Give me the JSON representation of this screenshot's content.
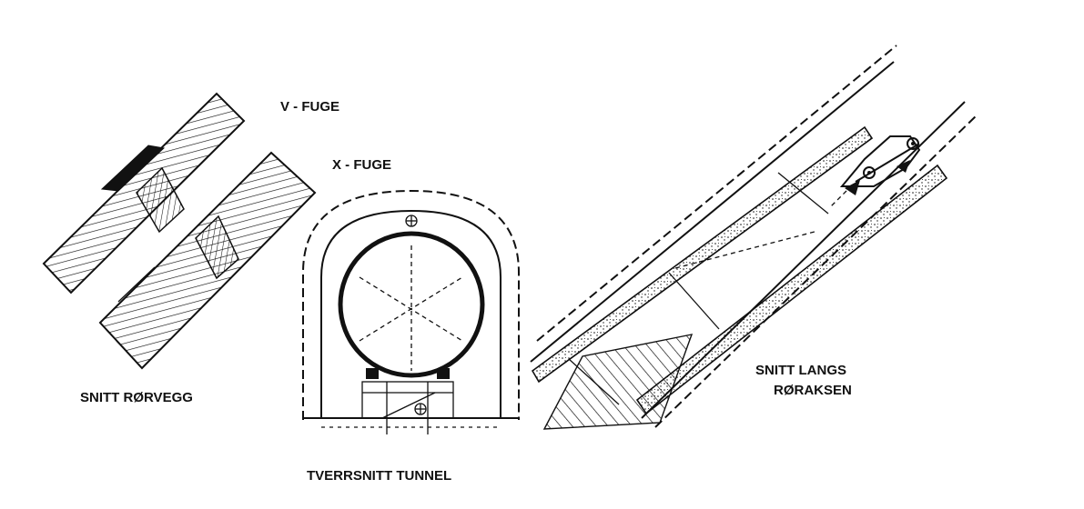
{
  "labels": {
    "v_joint": "V - FUGE",
    "x_joint": "X - FUGE",
    "wall_section": "SNITT RØRVEGG",
    "tunnel_section": "TVERRSNITT TUNNEL",
    "axial_section_line1": "SNITT LANGS",
    "axial_section_line2": "RØRAKSEN"
  }
}
